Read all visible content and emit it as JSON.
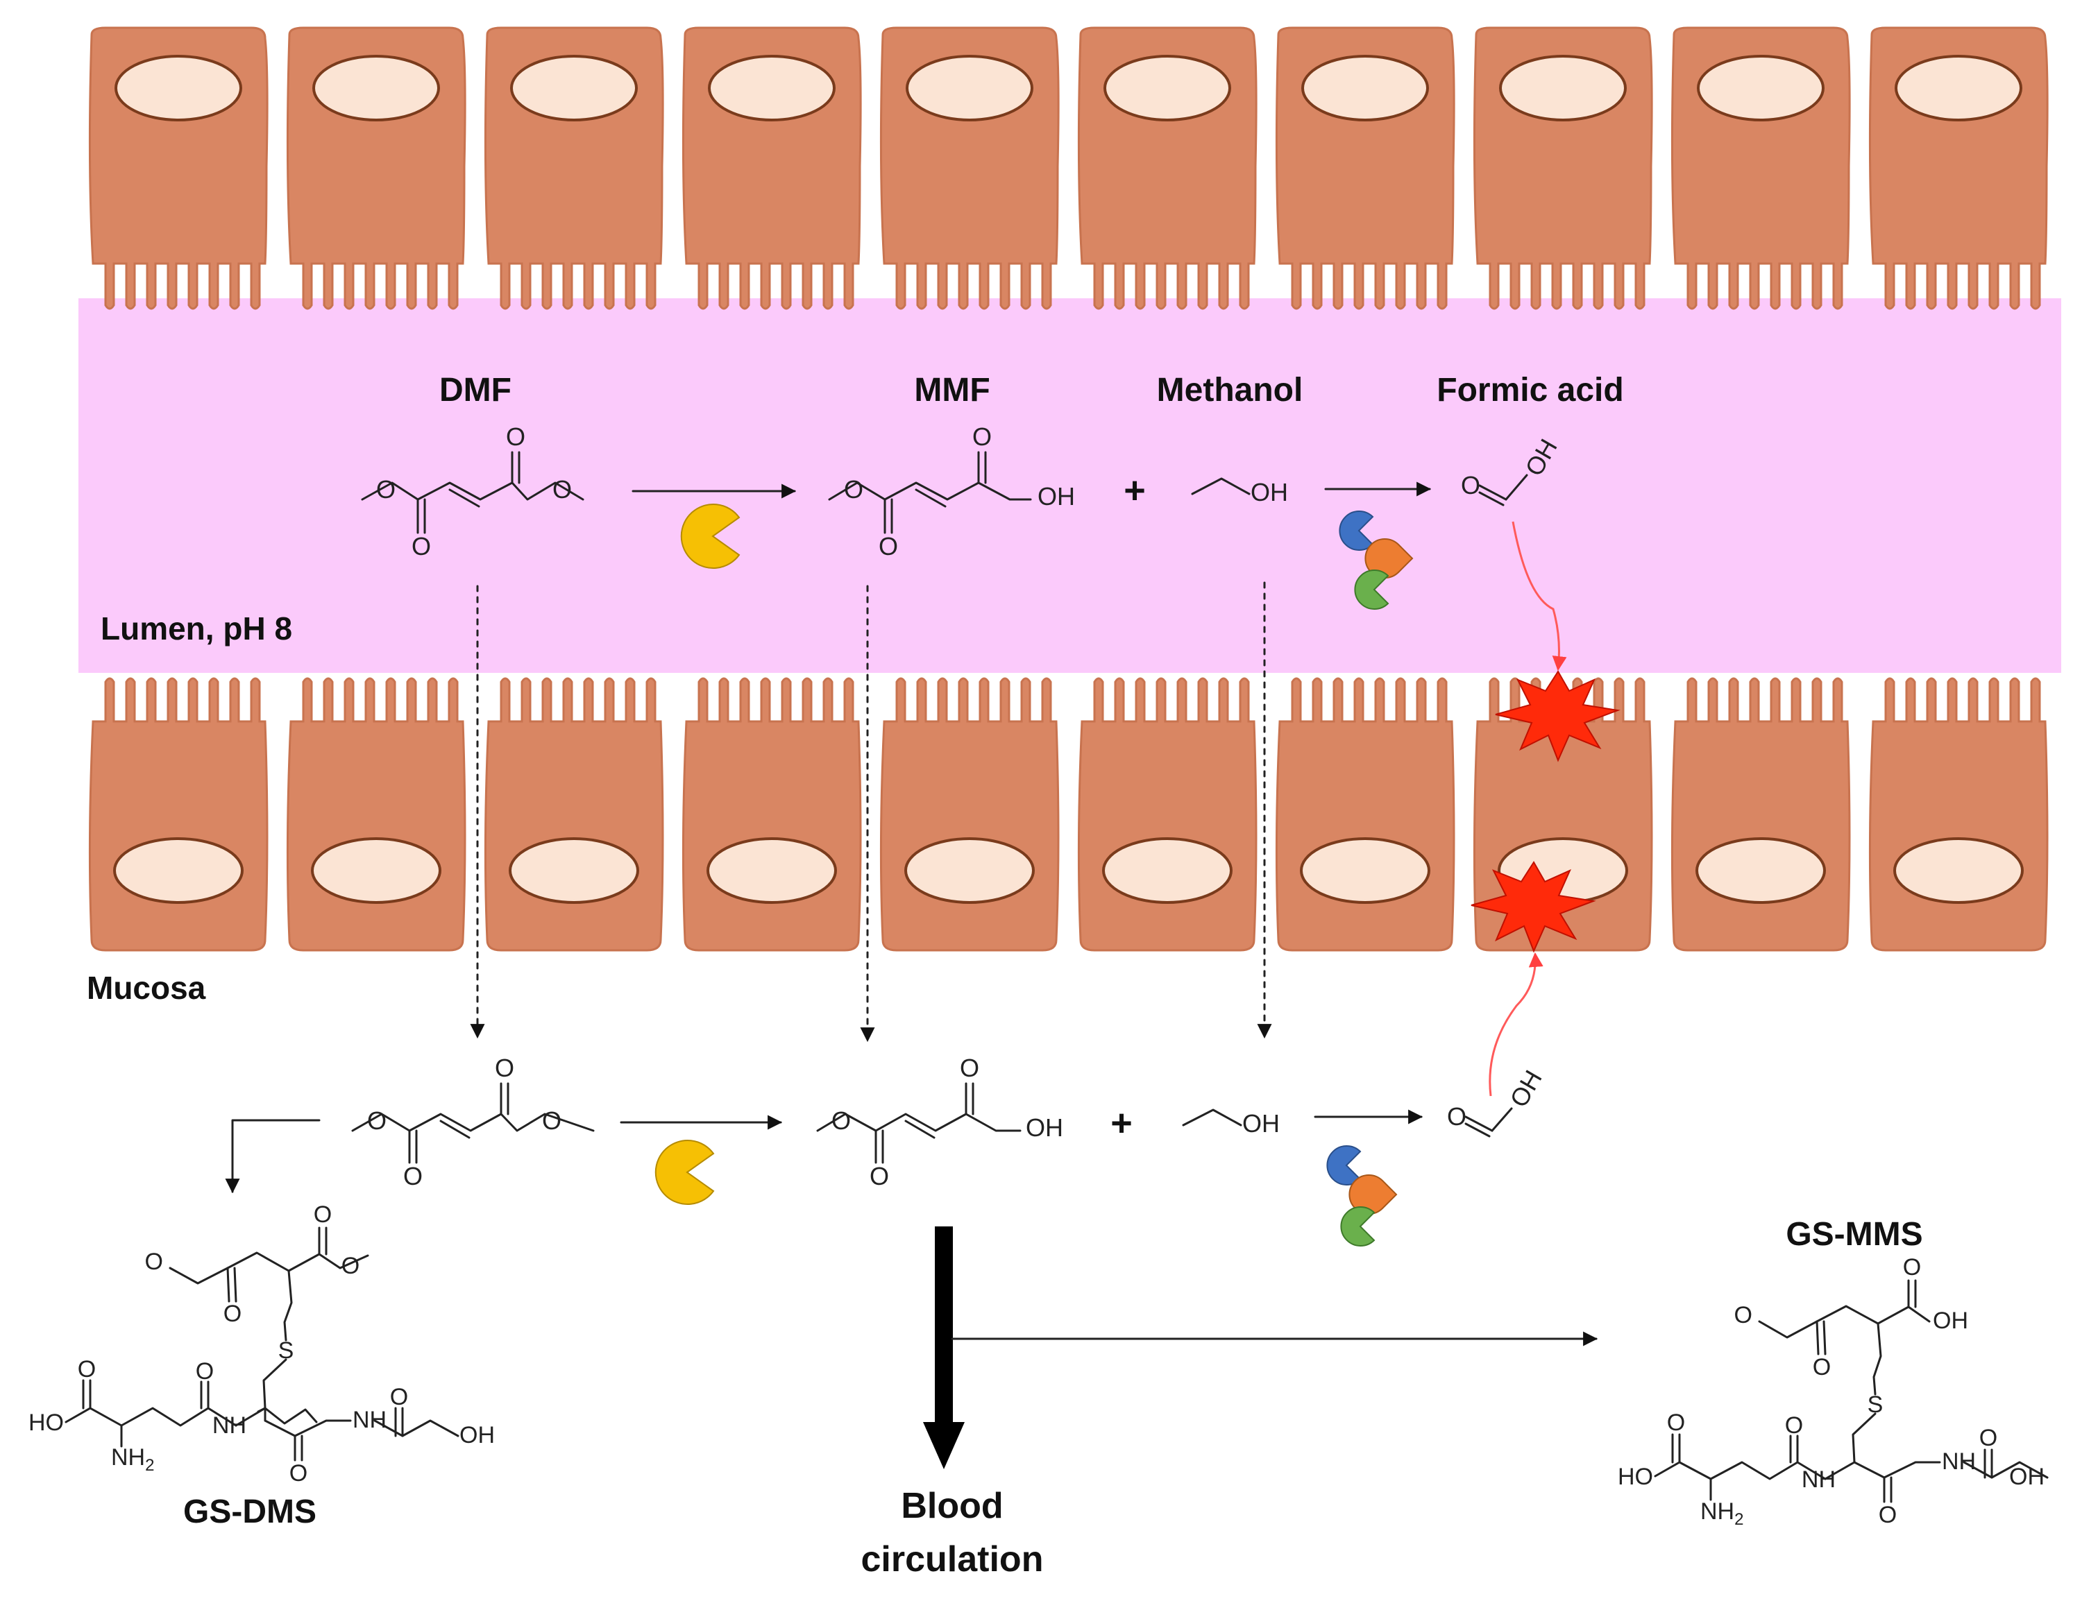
{
  "labels": {
    "dmf": "DMF",
    "mmf": "MMF",
    "methanol": "Methanol",
    "formic_acid": "Formic acid",
    "lumen": "Lumen, pH 8",
    "mucosa": "Mucosa",
    "gs_dms": "GS-DMS",
    "gs_mms": "GS-MMS",
    "blood_line1": "Blood",
    "blood_line2": "circulation"
  },
  "atoms": {
    "O": "O",
    "OH": "OH",
    "HO": "HO",
    "NH": "NH",
    "NH2": "NH",
    "NH2_sub": "2",
    "S": "S"
  },
  "colors": {
    "lumen": "#fbcafb",
    "cell": "#d98663",
    "nucleus": "#fbe4d4",
    "enzyme_yellow": "#f6c004",
    "enzyme_blue": "#3e72c4",
    "enzyme_orange": "#ed7d31",
    "enzyme_green": "#6ab04c",
    "damage": "#ff2a0a",
    "red_arrow": "#ff5a5a"
  }
}
